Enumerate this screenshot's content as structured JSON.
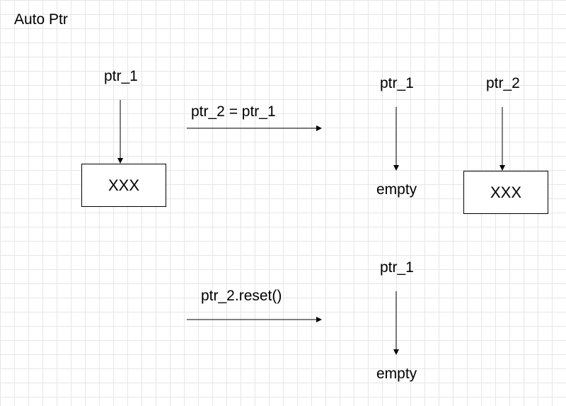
{
  "diagram": {
    "title": "Auto Ptr",
    "before": {
      "pointer_label": "ptr_1",
      "box_value": "XXX"
    },
    "assign": {
      "operation": "ptr_2 = ptr_1"
    },
    "after_assign": {
      "ptr1_label": "ptr_1",
      "ptr1_target": "empty",
      "ptr2_label": "ptr_2",
      "ptr2_box_value": "XXX"
    },
    "reset": {
      "operation": "ptr_2.reset()"
    },
    "after_reset": {
      "ptr1_label": "ptr_1",
      "ptr1_target": "empty"
    },
    "colors": {
      "stroke": "#000000",
      "grid": "#e6e6e6",
      "background": "#ffffff"
    }
  }
}
